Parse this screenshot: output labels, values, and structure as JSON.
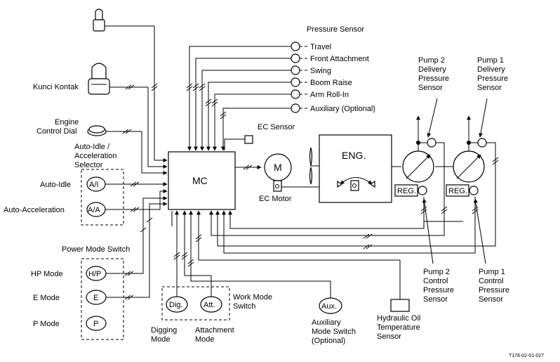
{
  "labels": {
    "pressure_sensor": "Pressure Sensor",
    "travel": "Travel",
    "front_attachment": "Front Attachment",
    "swing": "Swing",
    "boom_raise": "Boom Raise",
    "arm_roll_in": "Arm Roll-In",
    "auxiliary_optional": "Auxiliary (Optional)",
    "kunci_kontak": "Kunci Kontak",
    "engine": "Engine",
    "control_dial": "Control Dial",
    "auto_idle_sel_1": "Auto-Idle /",
    "auto_idle_sel_2": "Acceleration",
    "auto_idle_sel_3": "Selector",
    "auto_idle": "Auto-Idle",
    "auto_acceleration": "Auto-Acceleration",
    "ai_switch": "A/I",
    "aa_switch": "A/A",
    "power_mode_switch": "Power Mode Switch",
    "hp_mode": "HP Mode",
    "e_mode": "E Mode",
    "p_mode": "P Mode",
    "hp_switch": "H/P",
    "e_switch": "E",
    "p_switch": "P",
    "mc": "MC",
    "m": "M",
    "ec_sensor": "EC Sensor",
    "ec_motor": "EC Motor",
    "eng": "ENG.",
    "pump2_dp_1": "Pump 2",
    "pump2_dp_2": "Delivery",
    "pump2_dp_3": "Pressure",
    "pump2_dp_4": "Sensor",
    "pump1_dp_1": "Pump 1",
    "pump1_dp_2": "Delivery",
    "pump1_dp_3": "Pressure",
    "pump1_dp_4": "Sensor",
    "reg": "REG.",
    "pump2_cp_1": "Pump 2",
    "pump2_cp_2": "Control",
    "pump2_cp_3": "Pressure",
    "pump2_cp_4": "Sensor",
    "pump1_cp_1": "Pump 1",
    "pump1_cp_2": "Control",
    "pump1_cp_3": "Pressure",
    "pump1_cp_4": "Sensor",
    "dig_switch": "Dig.",
    "att_switch": "Att.",
    "work_mode_1": "Work Mode",
    "work_mode_2": "Switch",
    "digging_1": "Digging",
    "digging_2": "Mode",
    "attachment_1": "Attachment",
    "attachment_2": "Mode",
    "aux_switch": "Aux.",
    "aux_mode_1": "Auxiliary",
    "aux_mode_2": "Mode Switch",
    "aux_mode_3": "(Optional)",
    "hyd_1": "Hydraulic Oil",
    "hyd_2": "Temperature",
    "hyd_3": "Sensor",
    "figure_code": "T178-02-01-027"
  }
}
